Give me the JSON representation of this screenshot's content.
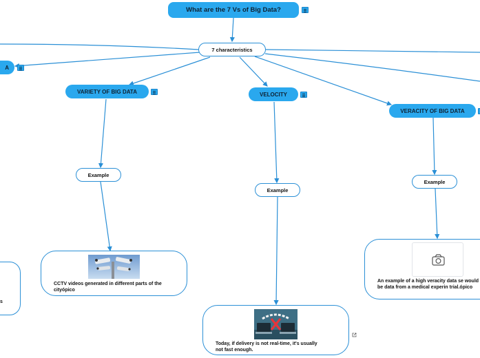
{
  "root": {
    "label": "What are the 7 Vs of Big Data?"
  },
  "hub": {
    "label": "7 characteristics"
  },
  "branches": {
    "left_clipped": {
      "label": "A"
    },
    "variety": {
      "label": "VARIETY OF BIG DATA"
    },
    "velocity": {
      "label": "VELOCITY"
    },
    "veracity": {
      "label": "VERACITY OF BIG DATA"
    }
  },
  "examples": {
    "variety": {
      "label": "Example"
    },
    "velocity": {
      "label": "Example"
    },
    "veracity": {
      "label": "Example"
    }
  },
  "cards": {
    "variety": {
      "text": "CCTV videos generated in different parts of the cityópico",
      "image": "cctv-cameras-image"
    },
    "velocity": {
      "text": "Today, if delivery is not real-time, it's usually not fast enough.",
      "image": "network-laptops-image"
    },
    "veracity": {
      "text": "An example of a high veracity data se would be data from a medical experin trial.ópico",
      "image": "camera-placeholder-icon"
    },
    "left_clipped": {
      "text": "s"
    }
  },
  "colors": {
    "branch_fill": "#2aa8ee",
    "connector": "#2a8fd6",
    "node_border": "#2a8fd6"
  },
  "icons": [
    "notes-icon",
    "external-link-icon",
    "camera-icon"
  ]
}
